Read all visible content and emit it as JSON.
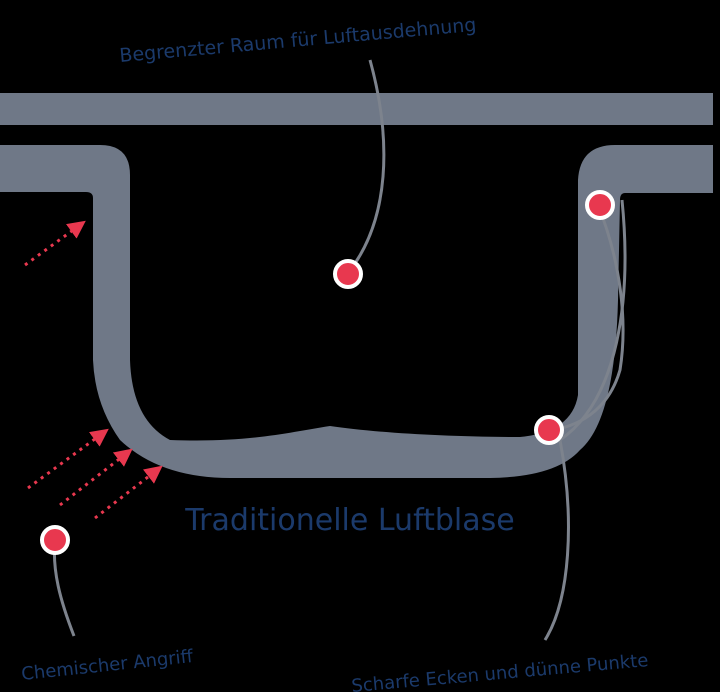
{
  "labels": {
    "top": "Begrenzter Raum für Luftausdehnung",
    "center": "Traditionelle Luftblase",
    "bottom_left": "Chemischer Angriff",
    "bottom_right": "Scharfe Ecken und dünne Punkte"
  },
  "colors": {
    "background": "#000000",
    "membrane": "#6f7887",
    "label_text": "#1b3a6b",
    "callout_dot": "#e8384f",
    "callout_ring": "#ffffff",
    "arrow": "#e8384f",
    "leader_line": "#7d838d"
  },
  "icons": [
    "callout-dot",
    "dotted-arrow"
  ]
}
